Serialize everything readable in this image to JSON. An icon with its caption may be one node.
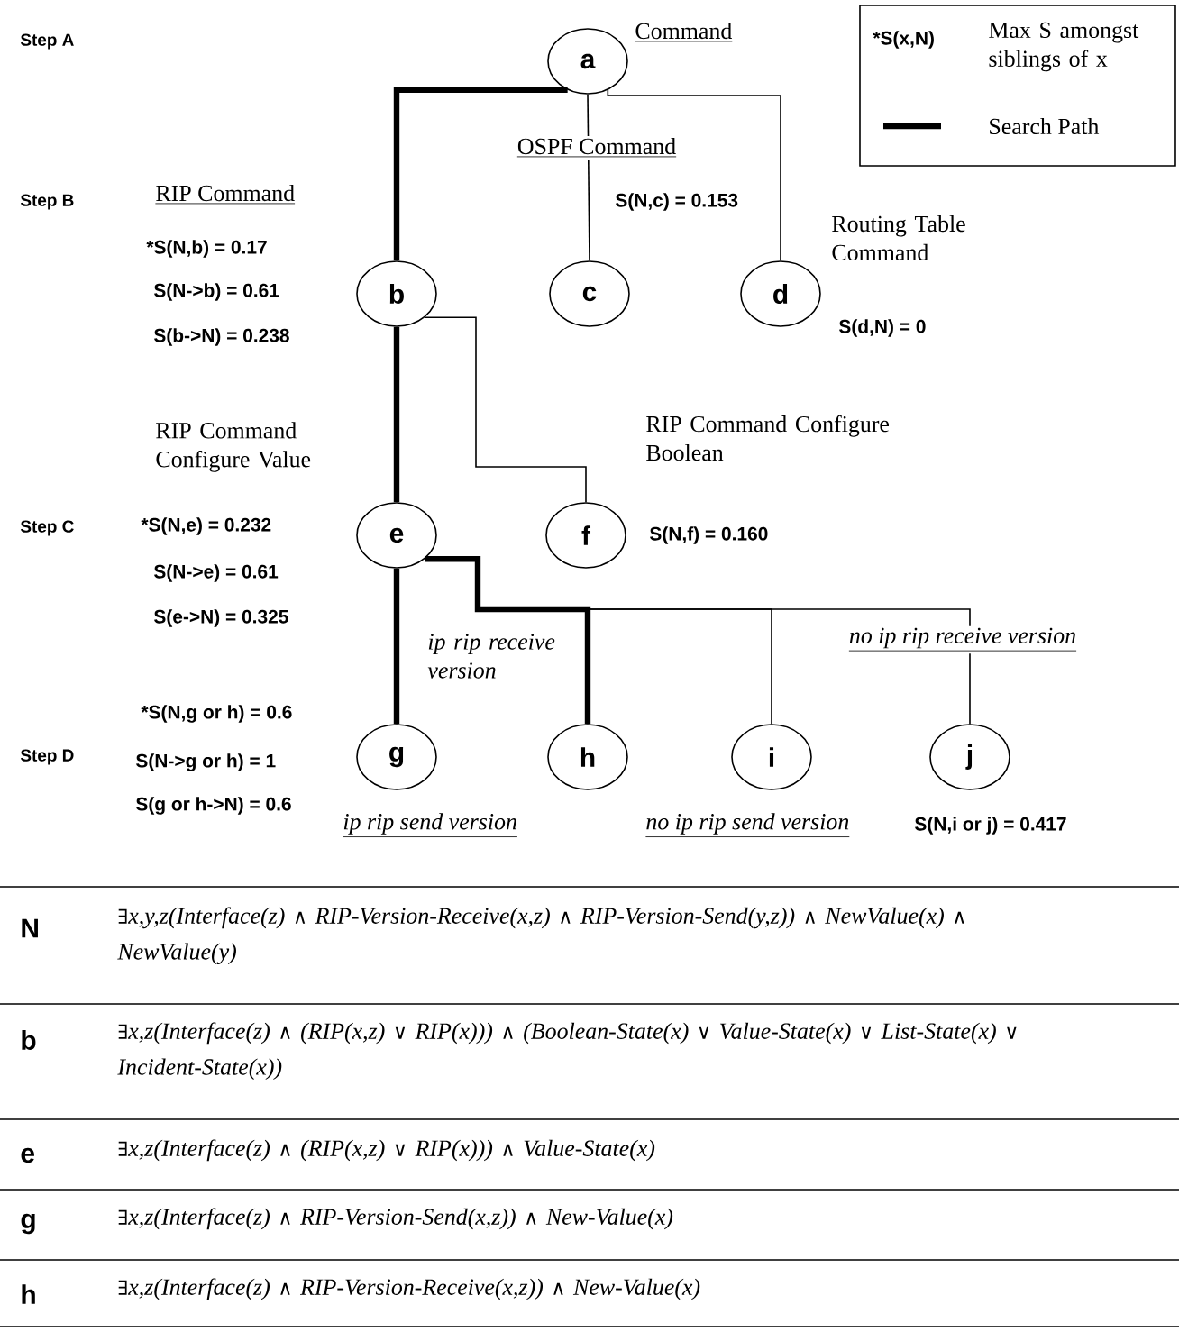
{
  "diagram": {
    "nodes": [
      {
        "text": [
          "a"
        ],
        "beside": [
          "Command"
        ]
      },
      {
        "text": [
          "b"
        ],
        "beside": [
          "RIP Command",
          "*S(N,b) = 0.17",
          "S(N->b) = 0.61",
          "S(b->N) = 0.238"
        ]
      },
      {
        "text": [
          "c"
        ],
        "beside": [
          "S(N,c) = 0.153"
        ]
      },
      {
        "text": [
          "d"
        ],
        "beside": [
          "Routing Table Command",
          "S(d,N) = 0"
        ]
      },
      {
        "text": [
          "e"
        ],
        "beside": [
          "RIP Command Configure Value",
          "*S(N,e) = 0.232",
          "S(N->e) = 0.61",
          "S(e->N) = 0.325"
        ]
      },
      {
        "text": [
          "f"
        ],
        "beside": [
          "RIP Command Configure Boolean",
          "S(N,f) = 0.160"
        ]
      },
      {
        "text": [
          "g"
        ],
        "beside": [
          "ip rip send version"
        ]
      },
      {
        "text": [
          "h"
        ],
        "beside": [
          "ip rip receive version"
        ]
      },
      {
        "text": [
          "i"
        ],
        "beside": [
          "no ip rip send version"
        ]
      },
      {
        "text": [
          "j"
        ]
      }
    ],
    "edges": [
      {
        "from": 0,
        "to": 1,
        "arrow": "none",
        "style": "thick"
      },
      {
        "from": 0,
        "to": 2,
        "arrow": "none",
        "label": "OSPF Command"
      },
      {
        "from": 0,
        "to": 3,
        "arrow": "none"
      },
      {
        "from": 1,
        "to": 4,
        "arrow": "none",
        "style": "thick"
      },
      {
        "from": 1,
        "to": 5,
        "arrow": "none"
      },
      {
        "from": 4,
        "to": 6,
        "arrow": "none",
        "style": "thick"
      },
      {
        "from": 4,
        "to": 7,
        "arrow": "none",
        "style": "thick"
      },
      {
        "from": 4,
        "to": 8,
        "arrow": "none"
      },
      {
        "from": 4,
        "to": 9,
        "arrow": "none",
        "label": "no ip rip receive version"
      }
    ],
    "labels": [
      "Step A",
      "*S(x,N)",
      "Step B",
      "Step C",
      "*S(N,g or h) = 0.6",
      "Step D",
      "S(N->g or h) = 1",
      "S(g or h->N) = 0.6",
      "S(N,i or j) = 0.417",
      "N",
      "∃x,y,z(Interface(z) ∧ RIP-Version-Receive(x,z) ∧ RIP-Version-Send(y,z)) ∧ NewValue(x) ∧ NewValue(y)",
      "b",
      "∃x,z(Interface(z) ∧ (RIP(x,z) ∨ RIP(x))) ∧ (Boolean-State(x) ∨ Value-State(x) ∨ List-State(x) ∨ Incident-State(x))",
      "e",
      "∃x,z(Interface(z) ∧ (RIP(x,z) ∨ RIP(x))) ∧ Value-State(x)",
      "g",
      "∃x,z(Interface(z) ∧ RIP-Version-Send(x,z)) ∧ New-Value(x)",
      "h",
      "∃x,z(Interface(z) ∧ RIP-Version-Receive(x,z)) ∧ New-Value(x)"
    ],
    "legend": [
      {
        "text": "Max S amongst siblings of x"
      },
      {
        "text": "Search Path"
      }
    ]
  }
}
